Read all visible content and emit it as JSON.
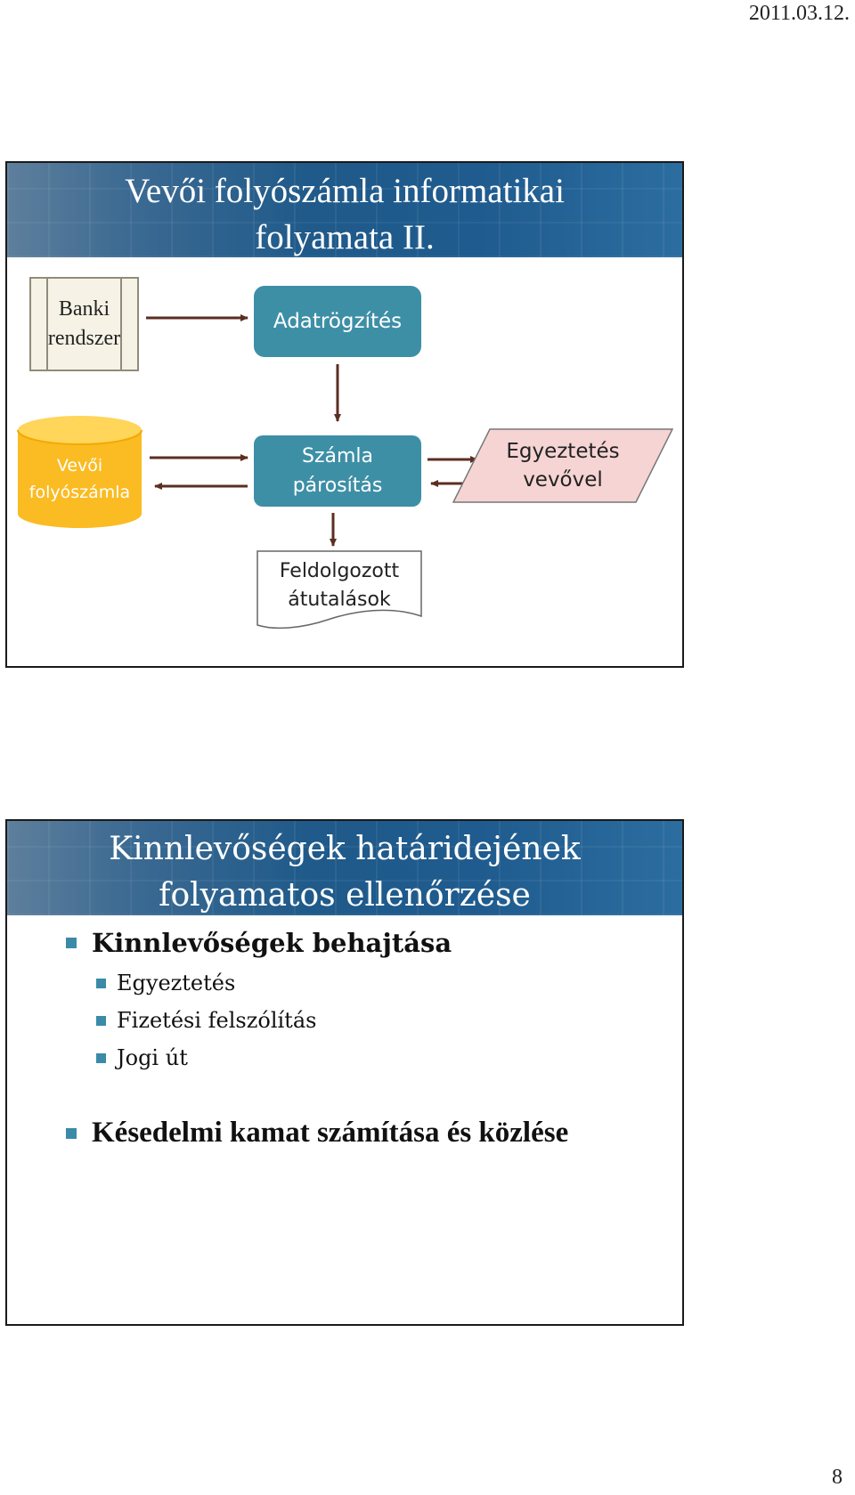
{
  "header": {
    "date": "2011.03.12."
  },
  "footer": {
    "page_number": "8"
  },
  "slide1": {
    "title_line1": "Vevői folyószámla informatikai",
    "title_line2": "folyamata II.",
    "nodes": {
      "banki_line1": "Banki",
      "banki_line2": "rendszer",
      "adatrogzites": "Adatrögzítés",
      "vevoi_line1": "Vevői",
      "vevoi_line2": "folyószámla",
      "szamla_line1": "Számla",
      "szamla_line2": "párosítás",
      "egyeztetes_line1": "Egyeztetés",
      "egyeztetes_line2": "vevővel",
      "feldolgozott_line1": "Feldolgozott",
      "feldolgozott_line2": "átutalások"
    },
    "colors": {
      "process_fill": "#3d8fa6",
      "database_fill": "#fbbb22",
      "manual_input_fill": "#f6d4d4",
      "arrow": "#5b2e22"
    }
  },
  "slide2": {
    "title_line1": "Kinnlevőségek határidejének",
    "title_line2": "folyamatos ellenőrzése",
    "bullet1": "Kinnlevőségek behajtása",
    "sub_bullets": [
      "Egyeztetés",
      "Fizetési felszólítás",
      "Jogi út"
    ],
    "bullet2": "Késedelmi kamat számítása és közlése"
  }
}
